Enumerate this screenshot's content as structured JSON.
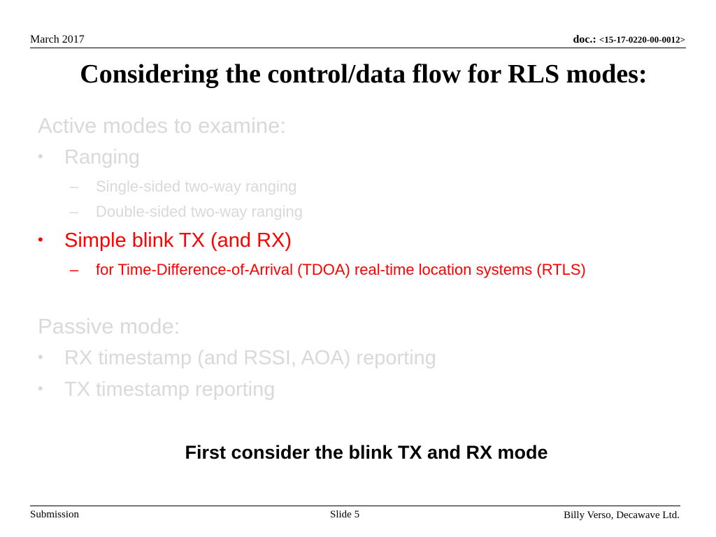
{
  "header": {
    "date": "March 2017",
    "doc_label": "doc.: ",
    "doc_number": "<15-17-0220-00-0012>"
  },
  "title": "Considering the control/data flow for RLS modes:",
  "active_section": {
    "heading": "Active modes to examine:",
    "items": [
      {
        "label": "Ranging",
        "subitems": [
          "Single-sided two-way ranging",
          "Double-sided two-way ranging"
        ]
      },
      {
        "label": "Simple blink TX (and RX)",
        "subitems": [
          "for Time-Difference-of-Arrival (TDOA) real-time location systems (RTLS)"
        ]
      }
    ]
  },
  "passive_section": {
    "heading": "Passive mode:",
    "items": [
      {
        "label": "RX timestamp (and RSSI, AOA) reporting"
      },
      {
        "label": "TX timestamp reporting"
      }
    ]
  },
  "callout": "First consider the blink TX and RX mode",
  "footer": {
    "left": "Submission",
    "center": "Slide 5",
    "right": "Billy Verso,  Decawave Ltd."
  },
  "colors": {
    "dimmed_text": "#d9d9d9",
    "highlight_text": "#ff0000",
    "body_text": "#000000"
  },
  "bullet_glyphs": {
    "level1": "•",
    "level2": "–"
  }
}
